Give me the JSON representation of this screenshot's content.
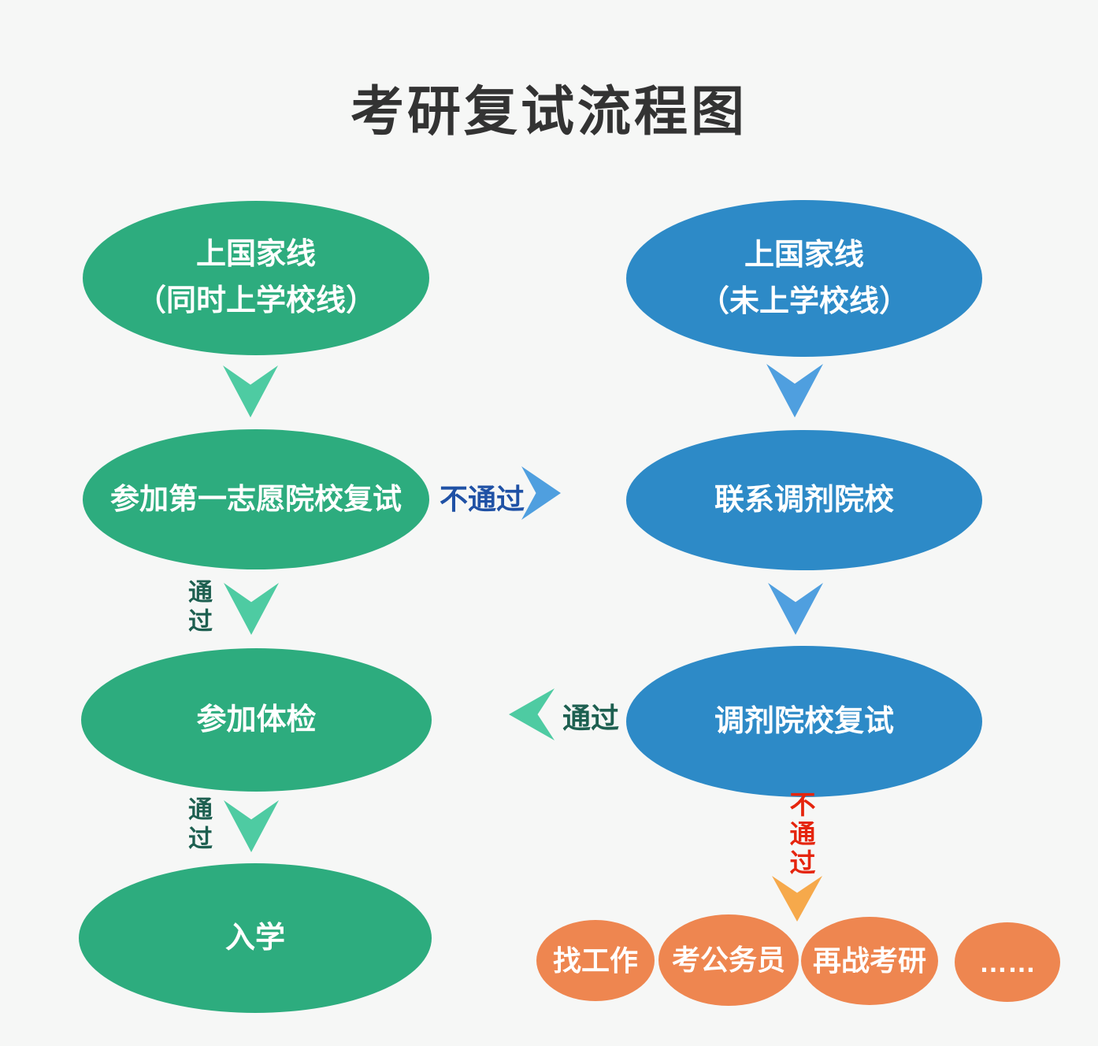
{
  "title": "考研复试流程图",
  "nodes": {
    "left": [
      {
        "line1": "上国家线",
        "line2": "（同时上学校线）"
      },
      {
        "line1": "参加第一志愿院校复试"
      },
      {
        "line1": "参加体检"
      },
      {
        "line1": "入学"
      }
    ],
    "right": [
      {
        "line1": "上国家线",
        "line2": "（未上学校线）"
      },
      {
        "line1": "联系调剂院校"
      },
      {
        "line1": "调剂院校复试"
      }
    ],
    "bottom": [
      {
        "label": "找工作"
      },
      {
        "label": "考公务员"
      },
      {
        "label": "再战考研"
      },
      {
        "label": "……"
      }
    ]
  },
  "labels": {
    "fail_to_transfer": "不通过",
    "pass_from_transfer": "通过",
    "pass_left_mid": "通过",
    "pass_left_bottom": "通过",
    "fail_down": "不通过"
  },
  "colors": {
    "background": "#f6f7f6",
    "green_node": "#2dac7e",
    "green_arrow": "#4ecba2",
    "blue_node": "#2d8ac7",
    "blue_arrow": "#4f9fdf",
    "orange_node": "#ee8650",
    "orange_arrow": "#f6a94b",
    "pass_text": "#1d5f50",
    "fail_text_blue": "#1f51a5",
    "fail_text_red": "#e5250e",
    "node_text": "#ffffff",
    "title_text": "#333333"
  }
}
